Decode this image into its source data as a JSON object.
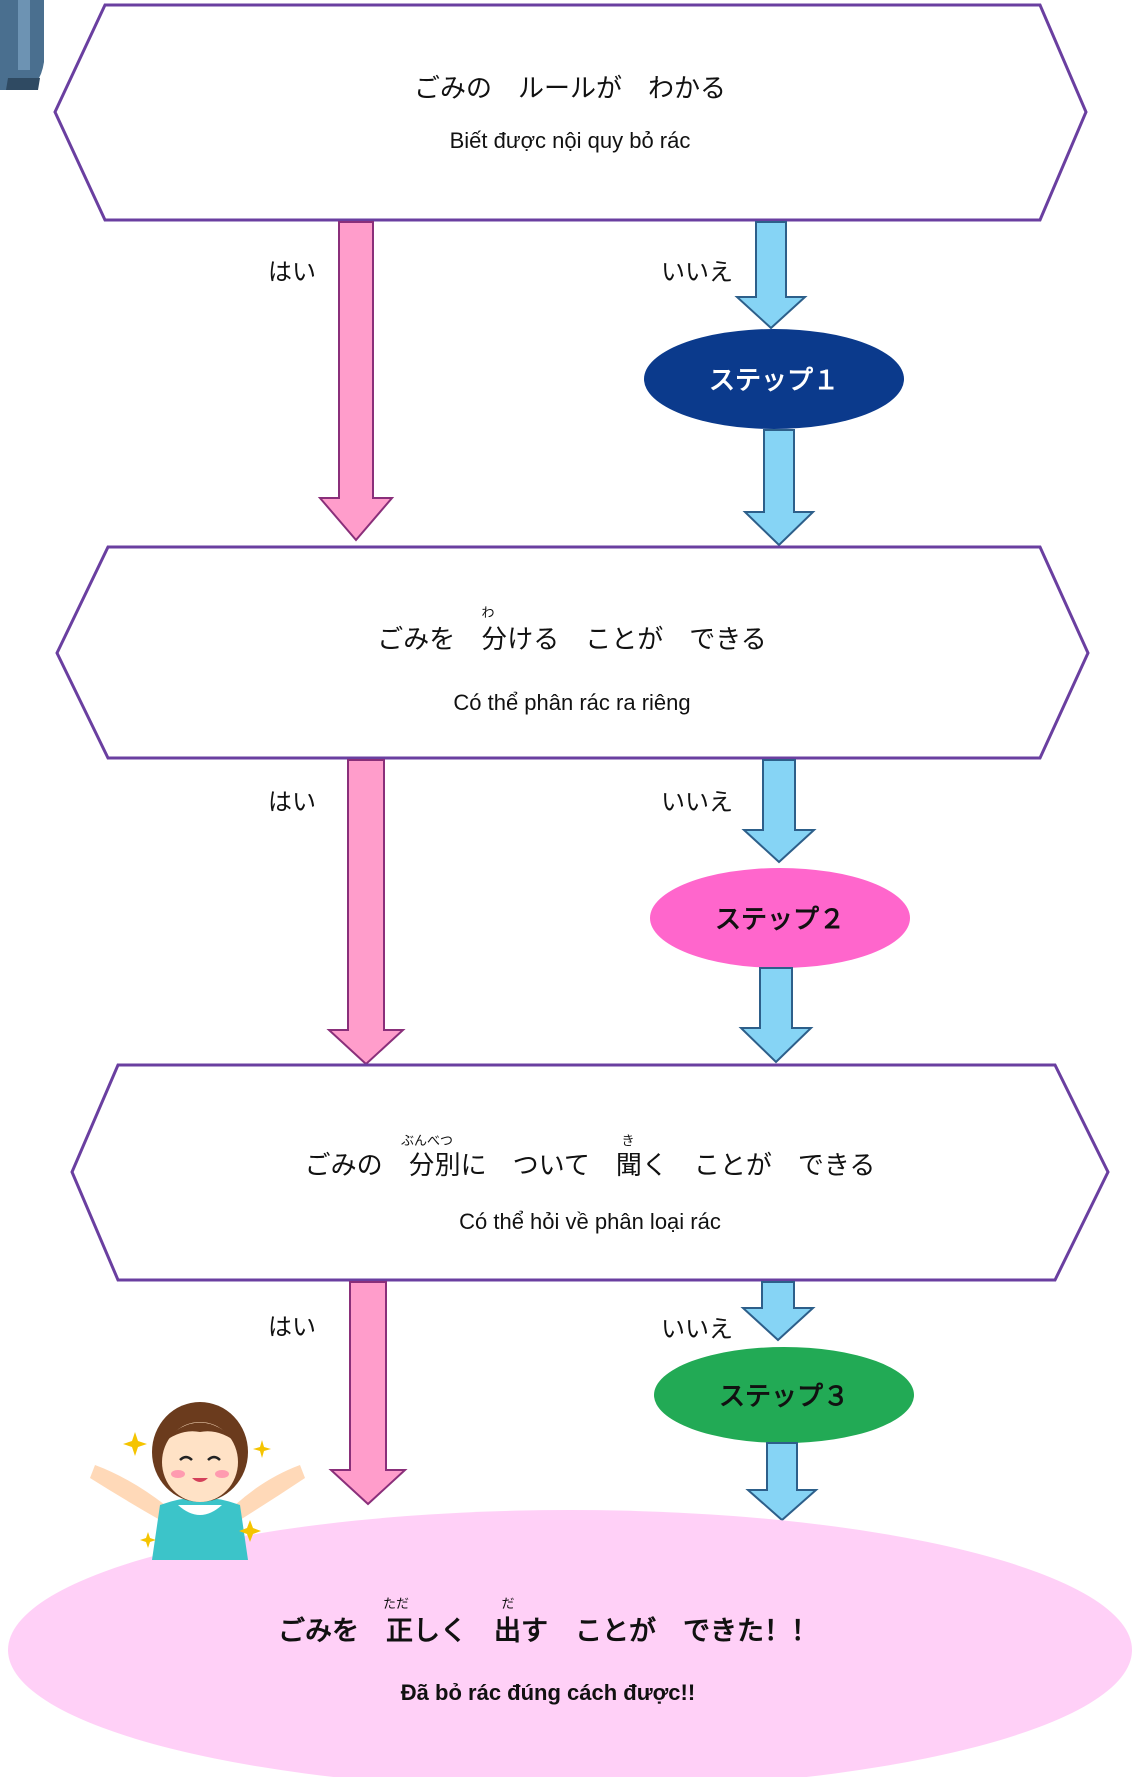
{
  "colors": {
    "border": "#6a3fa0",
    "yes_arrow": "#ff9dcb",
    "yes_arrow_stroke": "#8a2f7a",
    "no_arrow": "#86d4f5",
    "no_arrow_stroke": "#2d5f8a",
    "step1": "#0b3a8c",
    "step2": "#ff66cc",
    "step3": "#22aa55",
    "goal": "#ffd0f7"
  },
  "questions": [
    {
      "jp": "ごみの　ルールが　わかる",
      "vn": "Biết được nội quy bỏ rác"
    },
    {
      "jp": "ごみを　分ける　ことが　できる",
      "ruby": "わ",
      "vn": "Có thể phân rác ra riêng"
    },
    {
      "jp": "ごみの　分別に　ついて　聞く　ことが　できる",
      "ruby": "ぶんべつ",
      "ruby2": "き",
      "vn": "Có thể hỏi về phân loại rác"
    }
  ],
  "yes_labels": [
    "はい",
    "はい",
    "はい"
  ],
  "no_labels": [
    "いいえ",
    "いいえ",
    "いいえ"
  ],
  "steps": [
    "ステップ１",
    "ステップ２",
    "ステップ３"
  ],
  "goal": {
    "jp": "ごみを　正しく　出す　ことが　できた！！",
    "ruby": "ただ",
    "ruby2": "だ",
    "vn": "Đã bỏ rác đúng cách được!!"
  },
  "icons": [
    "person-icon",
    "happy-woman-icon",
    "sparkle-icon"
  ]
}
